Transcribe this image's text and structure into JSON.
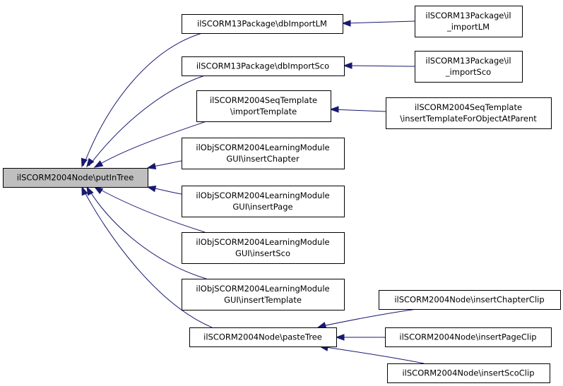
{
  "nodes": {
    "put_in_tree": {
      "lines": [
        "ilSCORM2004Node\\putInTree"
      ],
      "root": true
    },
    "db_import_lm": {
      "lines": [
        "ilSCORM13Package\\dbImportLM"
      ]
    },
    "il_import_lm": {
      "lines": [
        "ilSCORM13Package\\il",
        "_importLM"
      ]
    },
    "db_import_sco": {
      "lines": [
        "ilSCORM13Package\\dbImportSco"
      ]
    },
    "il_import_sco": {
      "lines": [
        "ilSCORM13Package\\il",
        "_importSco"
      ]
    },
    "import_template": {
      "lines": [
        "ilSCORM2004SeqTemplate",
        "\\importTemplate"
      ]
    },
    "insert_template_for_object": {
      "lines": [
        "ilSCORM2004SeqTemplate",
        "\\insertTemplateForObjectAtParent"
      ]
    },
    "gui_insert_chapter": {
      "lines": [
        "ilObjSCORM2004LearningModule",
        "GUI\\insertChapter"
      ]
    },
    "gui_insert_page": {
      "lines": [
        "ilObjSCORM2004LearningModule",
        "GUI\\insertPage"
      ]
    },
    "gui_insert_sco": {
      "lines": [
        "ilObjSCORM2004LearningModule",
        "GUI\\insertSco"
      ]
    },
    "gui_insert_template": {
      "lines": [
        "ilObjSCORM2004LearningModule",
        "GUI\\insertTemplate"
      ]
    },
    "paste_tree": {
      "lines": [
        "ilSCORM2004Node\\pasteTree"
      ]
    },
    "insert_chapter_clip": {
      "lines": [
        "ilSCORM2004Node\\insertChapterClip"
      ]
    },
    "insert_page_clip": {
      "lines": [
        "ilSCORM2004Node\\insertPageClip"
      ]
    },
    "insert_sco_clip": {
      "lines": [
        "ilSCORM2004Node\\insertScoClip"
      ]
    }
  },
  "edges": [
    {
      "from": "db_import_lm",
      "to": "put_in_tree"
    },
    {
      "from": "db_import_sco",
      "to": "put_in_tree"
    },
    {
      "from": "import_template",
      "to": "put_in_tree"
    },
    {
      "from": "gui_insert_chapter",
      "to": "put_in_tree"
    },
    {
      "from": "gui_insert_page",
      "to": "put_in_tree"
    },
    {
      "from": "gui_insert_sco",
      "to": "put_in_tree"
    },
    {
      "from": "gui_insert_template",
      "to": "put_in_tree"
    },
    {
      "from": "paste_tree",
      "to": "put_in_tree"
    },
    {
      "from": "il_import_lm",
      "to": "db_import_lm"
    },
    {
      "from": "il_import_sco",
      "to": "db_import_sco"
    },
    {
      "from": "insert_template_for_object",
      "to": "import_template"
    },
    {
      "from": "insert_chapter_clip",
      "to": "paste_tree"
    },
    {
      "from": "insert_page_clip",
      "to": "paste_tree"
    },
    {
      "from": "insert_sco_clip",
      "to": "paste_tree"
    }
  ],
  "colors": {
    "edge": "#191970",
    "root_fill": "#bfbfbf",
    "node_fill": "#ffffff",
    "border": "#000000"
  }
}
